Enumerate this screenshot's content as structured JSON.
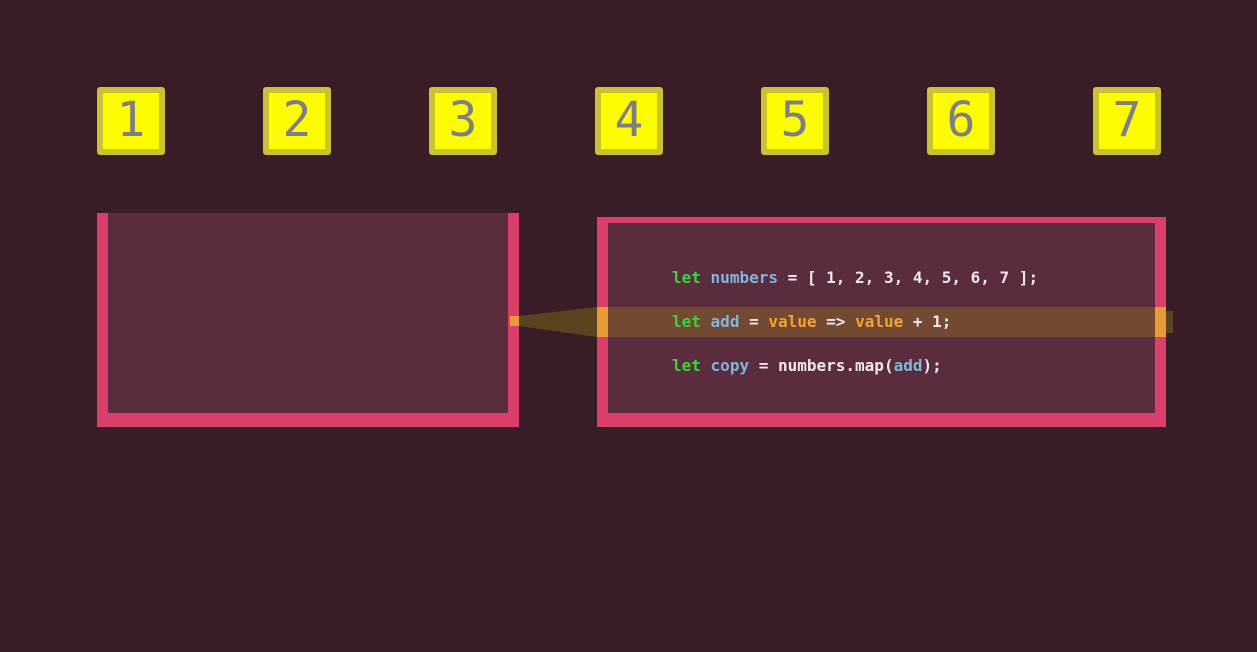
{
  "scene": {
    "description": "JavaScript Array.map visualization frame",
    "background": "#381d26",
    "accent_pink": "#d93f68",
    "box_fill": "#5b2c3d",
    "highlight_orange": "#e89a36",
    "beam_olive": "#5a4420",
    "band_brown": "#734a31"
  },
  "squares": {
    "fill": "#fdfd00",
    "border": "#c9c233",
    "number_color": "#7e7e86",
    "items": [
      {
        "label": "1"
      },
      {
        "label": "2"
      },
      {
        "label": "3"
      },
      {
        "label": "4"
      },
      {
        "label": "5"
      },
      {
        "label": "6"
      },
      {
        "label": "7"
      }
    ]
  },
  "code": {
    "token_colors": {
      "keyword": "#3bd33b",
      "identifier": "#7fb6dd",
      "parameter": "#f2a332",
      "plain": "#eeeaee"
    },
    "lines": [
      {
        "highlighted": false,
        "tokens": [
          {
            "t": "let",
            "c": "keyword"
          },
          {
            "t": " ",
            "c": "plain"
          },
          {
            "t": "numbers",
            "c": "identifier"
          },
          {
            "t": " = [ 1, 2, 3, 4, 5, 6, 7 ];",
            "c": "plain"
          }
        ]
      },
      {
        "highlighted": true,
        "tokens": [
          {
            "t": "let",
            "c": "keyword"
          },
          {
            "t": " ",
            "c": "plain"
          },
          {
            "t": "add",
            "c": "identifier"
          },
          {
            "t": " = ",
            "c": "plain"
          },
          {
            "t": "value",
            "c": "parameter"
          },
          {
            "t": " => ",
            "c": "plain"
          },
          {
            "t": "value",
            "c": "parameter"
          },
          {
            "t": " + 1;",
            "c": "plain"
          }
        ]
      },
      {
        "highlighted": false,
        "tokens": [
          {
            "t": "let",
            "c": "keyword"
          },
          {
            "t": " ",
            "c": "plain"
          },
          {
            "t": "copy",
            "c": "identifier"
          },
          {
            "t": " = numbers.map(",
            "c": "plain"
          },
          {
            "t": "add",
            "c": "identifier"
          },
          {
            "t": ");",
            "c": "plain"
          }
        ]
      }
    ]
  }
}
